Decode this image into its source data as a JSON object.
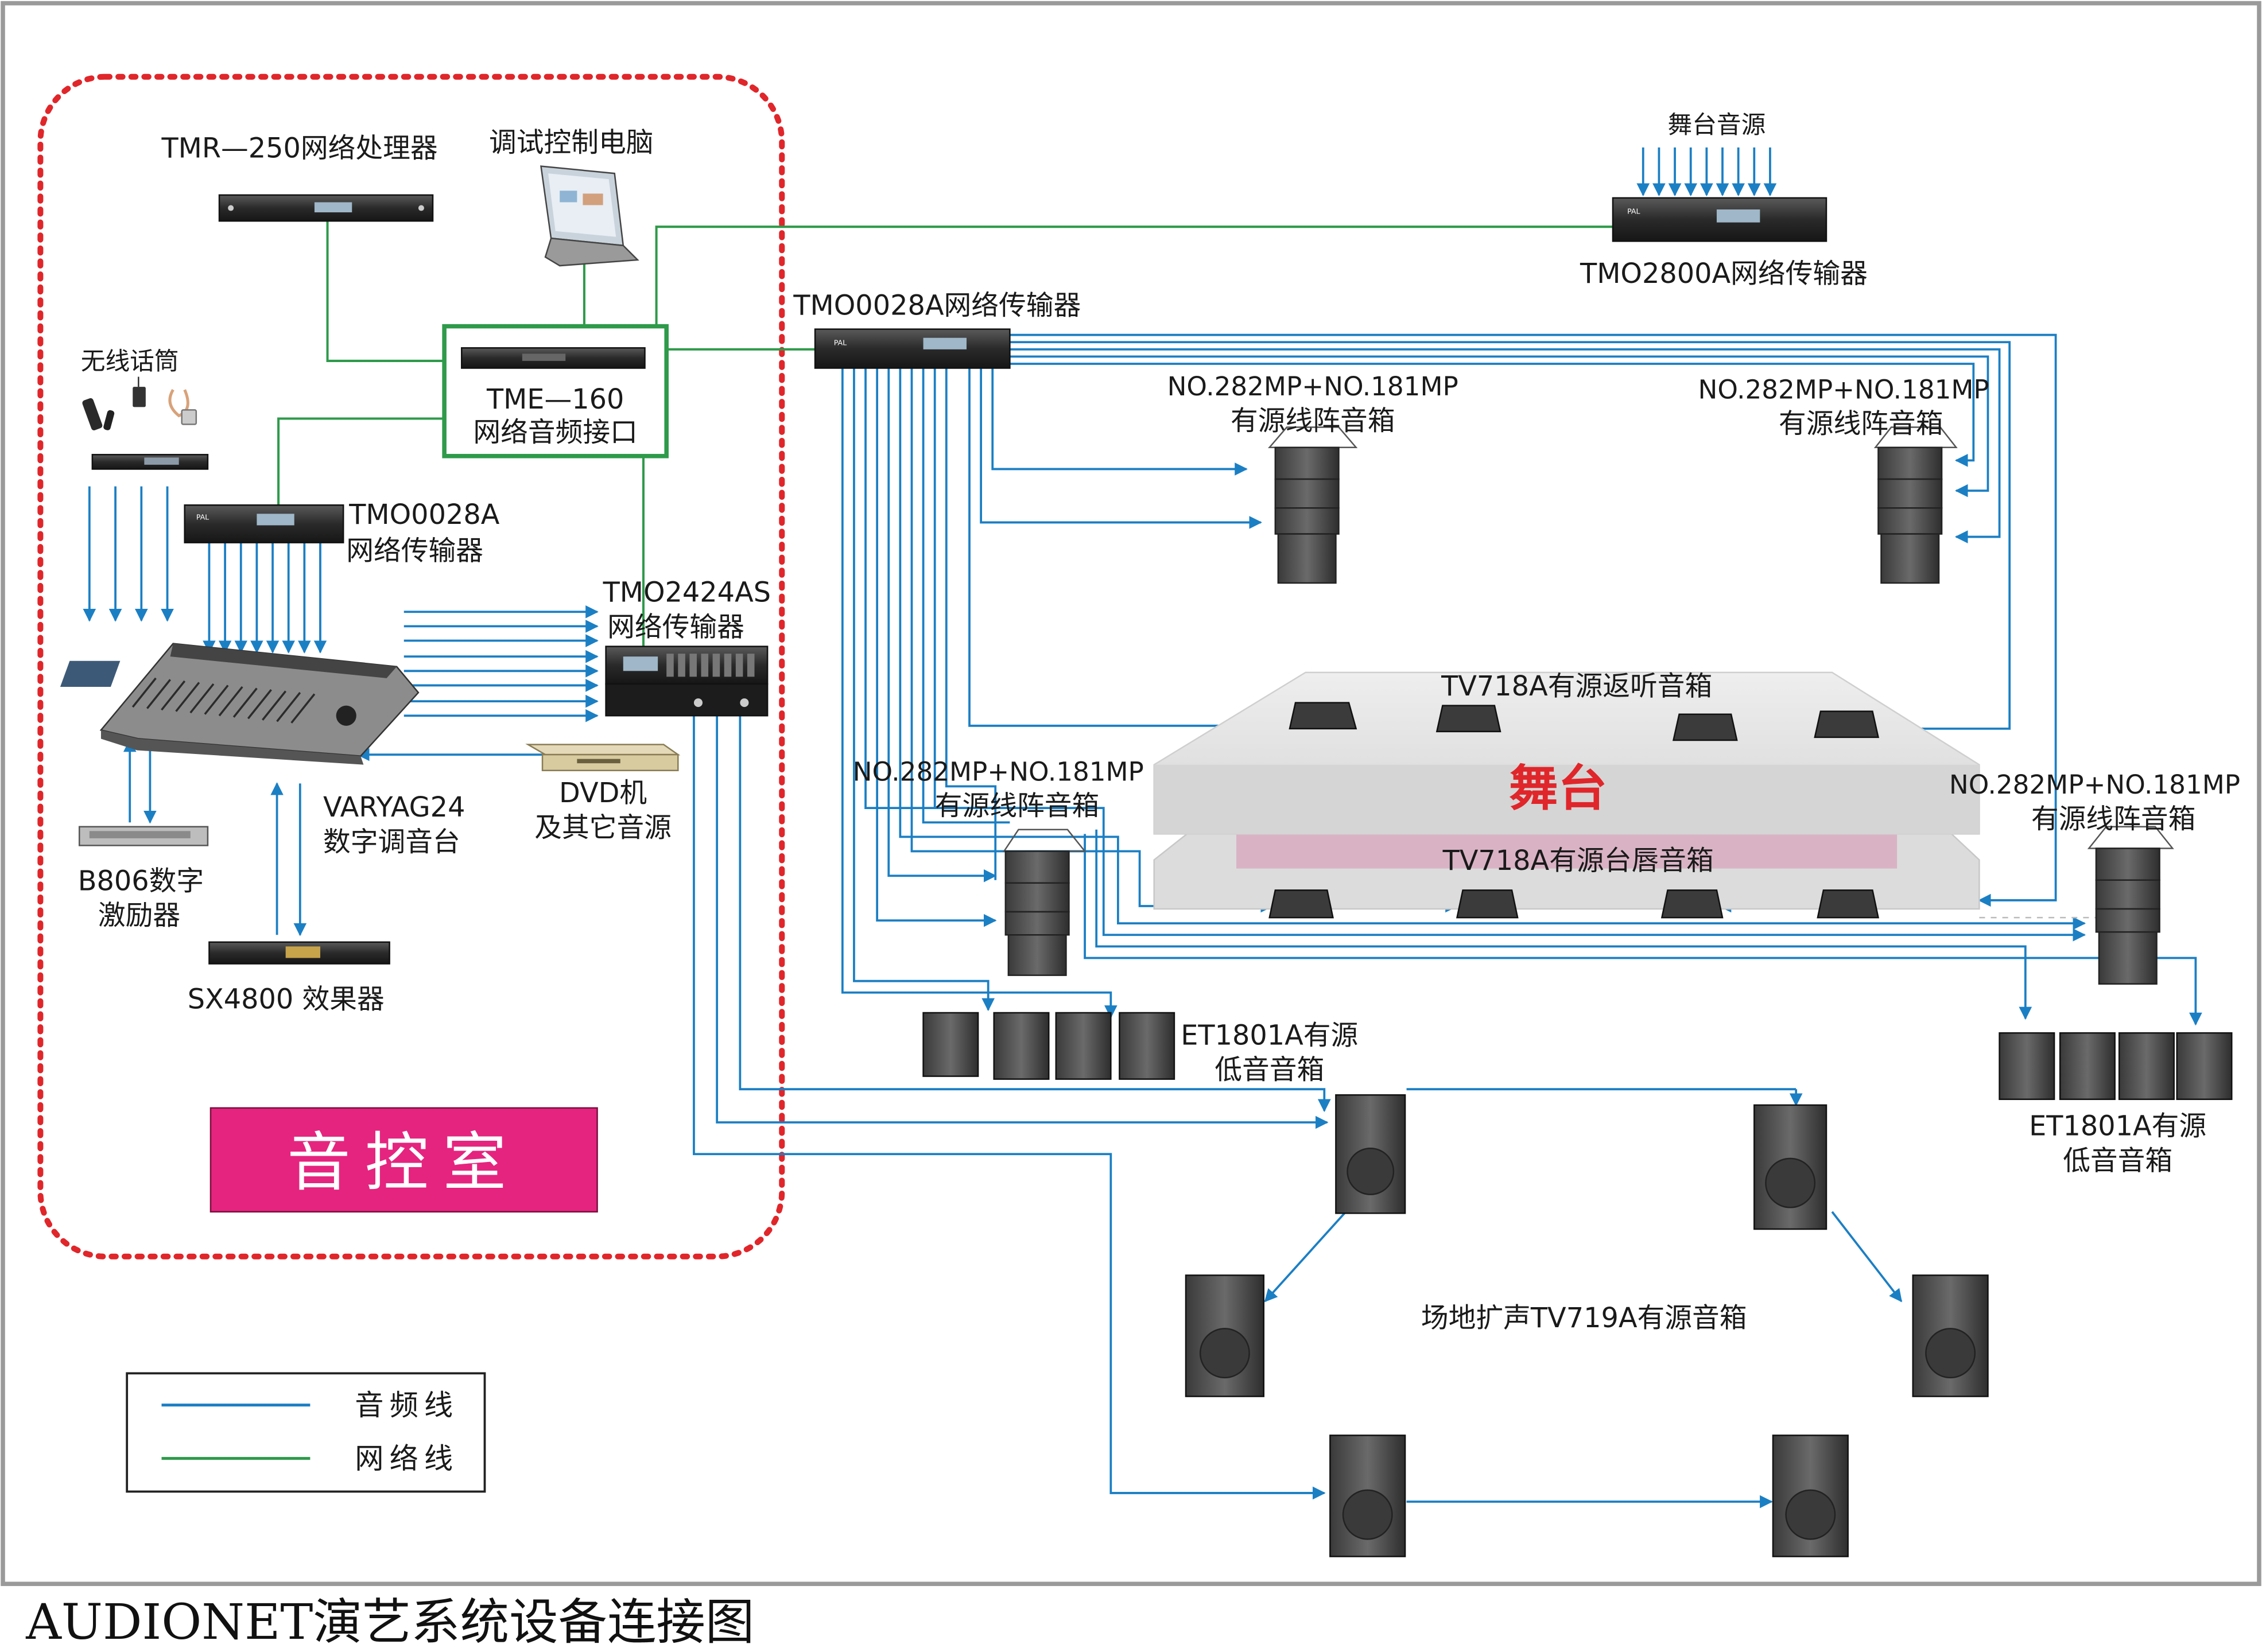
{
  "colors": {
    "audio_line": "#1b7fc4",
    "network_line": "#2e9a4a",
    "control_room_border": "#e0262a",
    "control_room_badge": "#e5247f",
    "stage_label": "#e0262a",
    "stage_band": "#d9b3c4"
  },
  "labels": {
    "tmr250": "TMR—250网络处理器",
    "debug_pc": "调试控制电脑",
    "tme160_line1": "TME—160",
    "tme160_line2": "网络音频接口",
    "wireless_mic": "无线话筒",
    "tmo0028a_left_line1": "TMO0028A",
    "tmo0028a_left_line2": "网络传输器",
    "tmo2424as_line1": "TMO2424AS",
    "tmo2424as_line2": "网络传输器",
    "mixer_line1": "VARYAG24",
    "mixer_line2": "数字调音台",
    "dvd_line1": "DVD机",
    "dvd_line2": "及其它音源",
    "b806_line1": "B806数字",
    "b806_line2": "激励器",
    "sx4800": "SX4800  效果器",
    "control_room": "音控室",
    "tmo0028a_top": "TMO0028A网络传输器",
    "stage_source": "舞台音源",
    "tmo2800a": "TMO2800A网络传输器",
    "line_array_line1": "NO.282MP+NO.181MP",
    "line_array_line2": "有源线阵音箱",
    "monitor": "TV718A有源返听音箱",
    "stage": "舞台",
    "lip": "TV718A有源台唇音箱",
    "sub_line1": "ET1801A有源",
    "sub_line2": "低音音箱",
    "field": "场地扩声TV719A有源音箱"
  },
  "legend": {
    "audio": "音频线",
    "network": "网络线"
  },
  "caption": "AUDIONET演艺系统设备连接图"
}
